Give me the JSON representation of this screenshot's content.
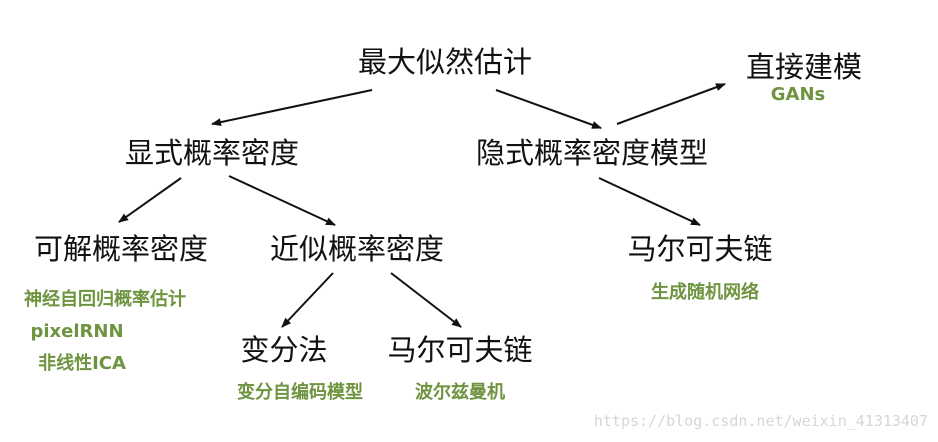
{
  "colors": {
    "node_text": "#111111",
    "sub_text": "#6e9440",
    "edge": "#111111",
    "watermark": "#d6d6d6"
  },
  "nodes": {
    "root": "最大似然估计",
    "explicit": "显式概率密度",
    "implicit": "隐式概率密度模型",
    "direct": "直接建模",
    "tractable": "可解概率密度",
    "approx": "近似概率密度",
    "markov_implicit": "马尔可夫链",
    "variational": "变分法",
    "markov_explicit": "马尔可夫链"
  },
  "examples": {
    "gans": "GANs",
    "nade": "神经自回归概率估计",
    "pixelrnn": "pixelRNN",
    "ica": "非线性ICA",
    "gsn": "生成随机网络",
    "vae": "变分自编码模型",
    "boltzmann": "波尔兹曼机"
  },
  "edges": [
    {
      "from": "root",
      "to": "explicit"
    },
    {
      "from": "root",
      "to": "implicit"
    },
    {
      "from": "implicit",
      "to": "direct"
    },
    {
      "from": "explicit",
      "to": "tractable"
    },
    {
      "from": "explicit",
      "to": "approx"
    },
    {
      "from": "implicit",
      "to": "markov_implicit"
    },
    {
      "from": "approx",
      "to": "variational"
    },
    {
      "from": "approx",
      "to": "markov_explicit"
    }
  ],
  "watermark": "https://blog.csdn.net/weixin_41313407"
}
